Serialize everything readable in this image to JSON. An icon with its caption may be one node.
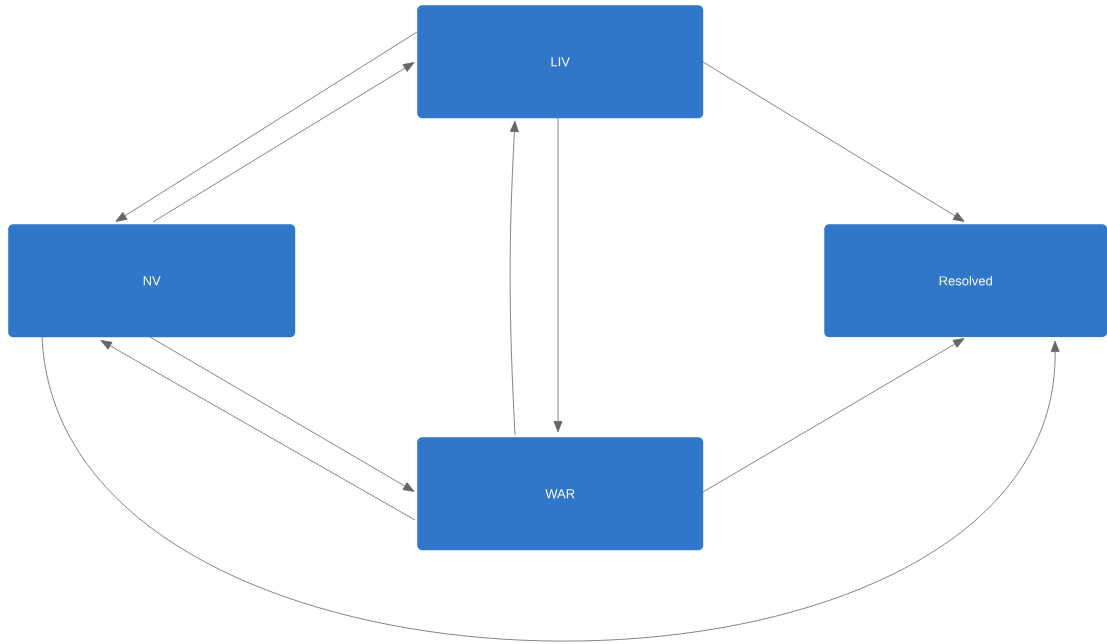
{
  "diagram": {
    "nodes": [
      {
        "text": [
          "LIV"
        ]
      },
      {
        "text": [
          "NV"
        ]
      },
      {
        "text": [
          "Resolved"
        ]
      },
      {
        "text": [
          "WAR"
        ]
      }
    ],
    "edges": [
      {
        "from": 0,
        "to": 1,
        "arrow": "to"
      },
      {
        "from": 1,
        "to": 0,
        "arrow": "to"
      },
      {
        "from": 0,
        "to": 2,
        "arrow": "to"
      },
      {
        "from": 0,
        "to": 3,
        "arrow": "to"
      },
      {
        "from": 3,
        "to": 0,
        "arrow": "to"
      },
      {
        "from": 1,
        "to": 3,
        "arrow": "to"
      },
      {
        "from": 3,
        "to": 1,
        "arrow": "to"
      },
      {
        "from": 3,
        "to": 2,
        "arrow": "to"
      },
      {
        "from": 1,
        "to": 2,
        "arrow": "to"
      }
    ]
  }
}
